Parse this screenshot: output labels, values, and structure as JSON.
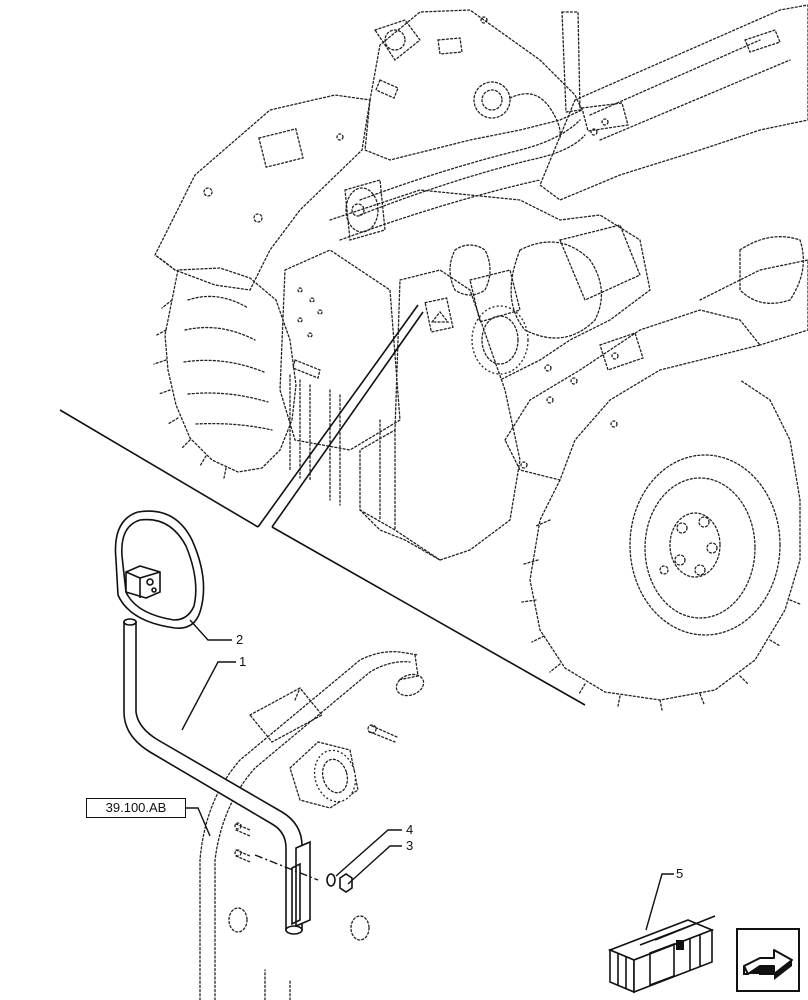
{
  "callouts": {
    "c1": "1",
    "c2": "2",
    "c3": "3",
    "c4": "4",
    "c5": "5"
  },
  "reference": {
    "label": "39.100.AB"
  },
  "navigation": {
    "icon": "arrow-right-icon"
  }
}
